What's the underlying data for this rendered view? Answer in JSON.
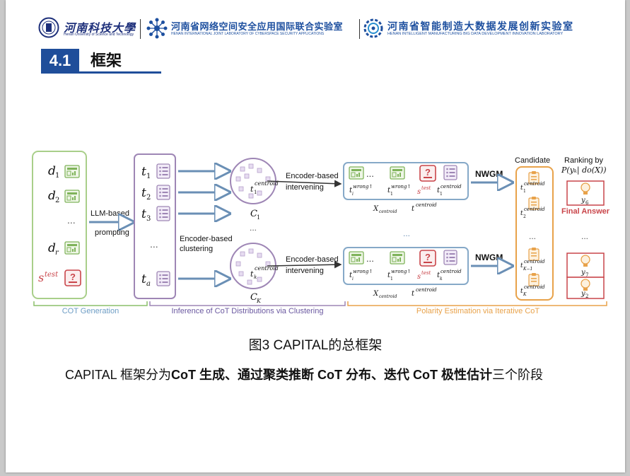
{
  "header": {
    "university_cn": "河南科技大學",
    "university_en": "Henan University of Science and Technology",
    "lab1_cn": "河南省网络空间安全应用国际联合实验室",
    "lab1_en": "HENAN INTERNATIONAL JOINT LABORATORY OF CYBERSPACE SECURITY APPLICATIONS",
    "lab2_cn": "河南省智能制造大数据发展创新实验室",
    "lab2_en": "HENAN INTELLIGENT MANUFACTURING BIG DATA DEVELOPMENT INNOVATION LABORATORY"
  },
  "section": {
    "number": "4.1",
    "title": "框架"
  },
  "diagram": {
    "stage1": "COT Generation",
    "stage2": "Inference of CoT Distributions via Clustering",
    "stage3": "Polarity Estimation via Iterative CoT",
    "llm_based": "LLM-based",
    "prompting": "prompting",
    "encoder_clustering_1": "Encoder-based",
    "encoder_clustering_2": "clustering",
    "encoder_intervening_1": "Encoder-based",
    "encoder_intervening_2": "intervening",
    "nwgm": "NWGM",
    "candidate": "Candidate",
    "ranking_by": "Ranking by",
    "ranking_formula": "P(yₖ| do(X))",
    "final_answer": "Final Answer",
    "ellipsis": "...",
    "d1": "d",
    "d1_sub": "1",
    "d2": "d",
    "d2_sub": "2",
    "dr": "d",
    "dr_sub": "r",
    "stest": "s",
    "stest_sup": "test",
    "t1": "t",
    "t1_sub": "1",
    "t2": "t",
    "t2_sub": "2",
    "t3": "t",
    "t3_sub": "3",
    "ta": "t",
    "ta_sub": "a",
    "c1": "C",
    "c1_sub": "1",
    "ck": "C",
    "ck_sub": "K",
    "centroid": "centroid",
    "wrong": "wrong↑",
    "tk": "t",
    "k": "k",
    "one": "1",
    "i": "i",
    "X": "X",
    "y6": "y",
    "y6_sub": "6",
    "y7": "y",
    "y7_sub": "7",
    "y2": "y",
    "y2_sub": "2",
    "k_minus_1": "K−1",
    "K": "K"
  },
  "caption": "图3 CAPITAL的总框架",
  "description": {
    "prefix": "CAPITAL 框架分为",
    "bold": "CoT 生成、通过聚类推断 CoT 分布、迭代 CoT 极性估计",
    "suffix": "三个阶段"
  },
  "colors": {
    "brand_blue": "#1f4e9a",
    "green": "#8cbf6a",
    "purple": "#9e86b5",
    "steel": "#86a9c8",
    "orange": "#e8a24a",
    "red": "#c9454a"
  }
}
